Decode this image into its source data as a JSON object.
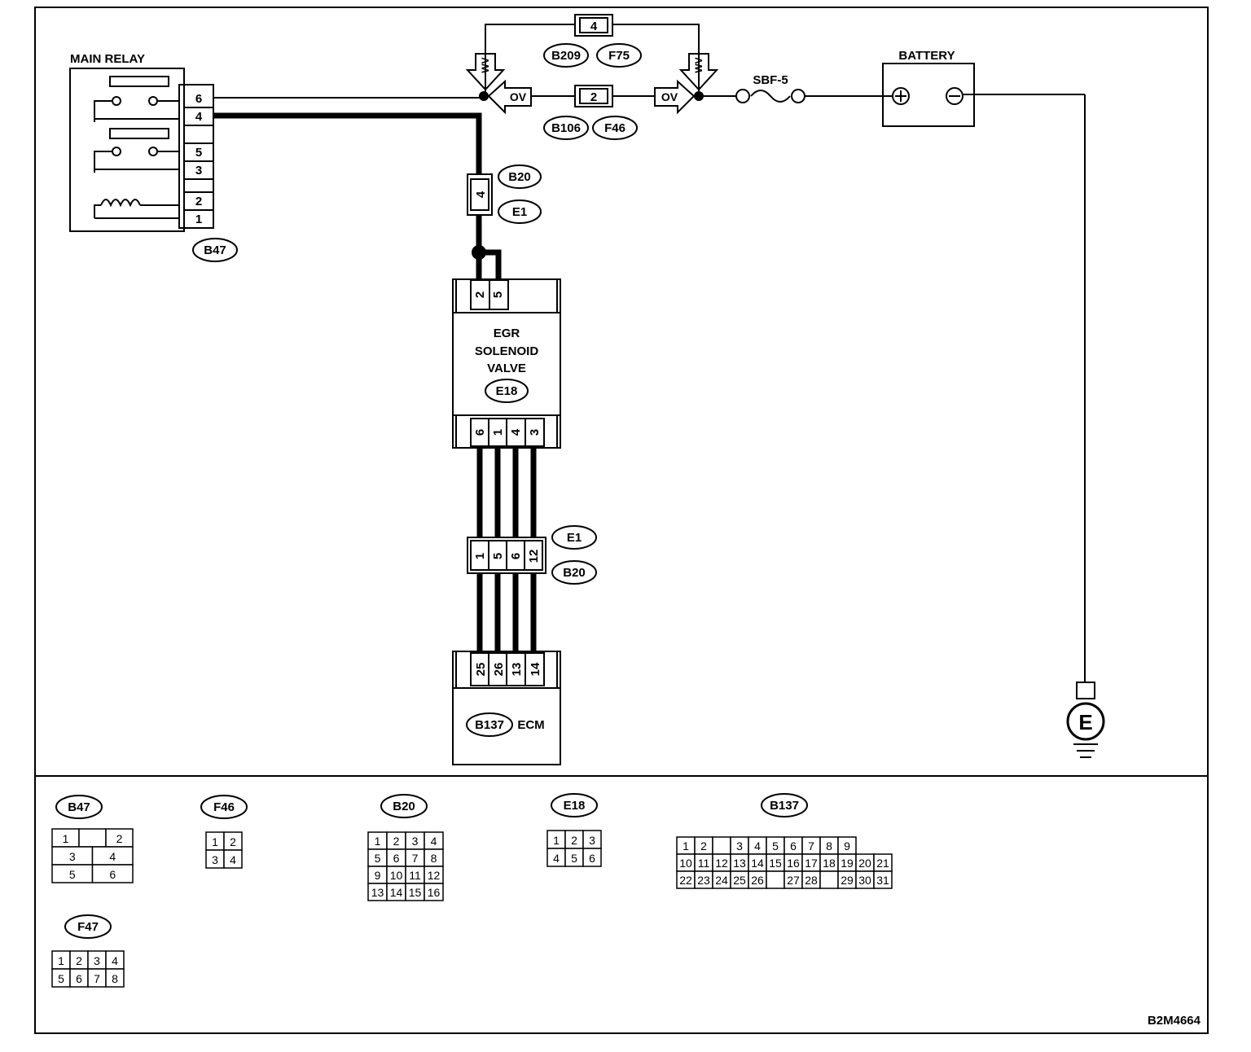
{
  "diagram_id": "B2M4664",
  "main_relay": {
    "title": "MAIN RELAY",
    "pins": [
      "6",
      "4",
      "5",
      "3",
      "2",
      "1"
    ],
    "connector": "B47"
  },
  "battery": {
    "title": "BATTERY",
    "plus": "⊕",
    "minus": "⊖"
  },
  "fuse": {
    "label": "SBF-5"
  },
  "top_circuit": {
    "upper_pin": "4",
    "upper_tags": [
      "B209",
      "F75"
    ],
    "lower_pin": "2",
    "lower_tags": [
      "B106",
      "F46"
    ],
    "arrow_wv": "WV",
    "arrow_ov": "OV"
  },
  "inline_connector_1": {
    "pin": "4",
    "tags": [
      "B20",
      "E1"
    ]
  },
  "egr_valve": {
    "title_line1": "EGR",
    "title_line2": "SOLENOID",
    "title_line3": "VALVE",
    "connector": "E18",
    "top_pins": [
      "2",
      "5"
    ],
    "bottom_pins": [
      "6",
      "1",
      "4",
      "3"
    ]
  },
  "inline_connector_2": {
    "pins": [
      "1",
      "5",
      "6",
      "12"
    ],
    "tags": [
      "E1",
      "B20"
    ]
  },
  "ecm": {
    "label": "ECM",
    "connector": "B137",
    "pins": [
      "25",
      "26",
      "13",
      "14"
    ]
  },
  "ground": {
    "label": "E"
  },
  "connector_views": [
    {
      "name": "B47",
      "rows": [
        [
          "1",
          "",
          "2"
        ],
        [
          "3",
          "4"
        ],
        [
          "5",
          "6"
        ]
      ]
    },
    {
      "name": "F46",
      "rows": [
        [
          "1",
          "2"
        ],
        [
          "3",
          "4"
        ]
      ]
    },
    {
      "name": "B20",
      "rows": [
        [
          "1",
          "2",
          "3",
          "4"
        ],
        [
          "5",
          "6",
          "7",
          "8"
        ],
        [
          "9",
          "10",
          "11",
          "12"
        ],
        [
          "13",
          "14",
          "15",
          "16"
        ]
      ]
    },
    {
      "name": "E18",
      "rows": [
        [
          "1",
          "2",
          "3"
        ],
        [
          "4",
          "5",
          "6"
        ]
      ]
    },
    {
      "name": "B137",
      "rows": [
        [
          "1",
          "2",
          "",
          "3",
          "4",
          "5",
          "6",
          "7",
          "8",
          "9"
        ],
        [
          "10",
          "11",
          "12",
          "13",
          "14",
          "15",
          "16",
          "17",
          "18",
          "19",
          "20",
          "21"
        ],
        [
          "22",
          "23",
          "24",
          "25",
          "26",
          "",
          "27",
          "28",
          "",
          "29",
          "30",
          "31"
        ]
      ]
    },
    {
      "name": "F47",
      "rows": [
        [
          "1",
          "2",
          "3",
          "4"
        ],
        [
          "5",
          "6",
          "7",
          "8"
        ]
      ]
    }
  ]
}
